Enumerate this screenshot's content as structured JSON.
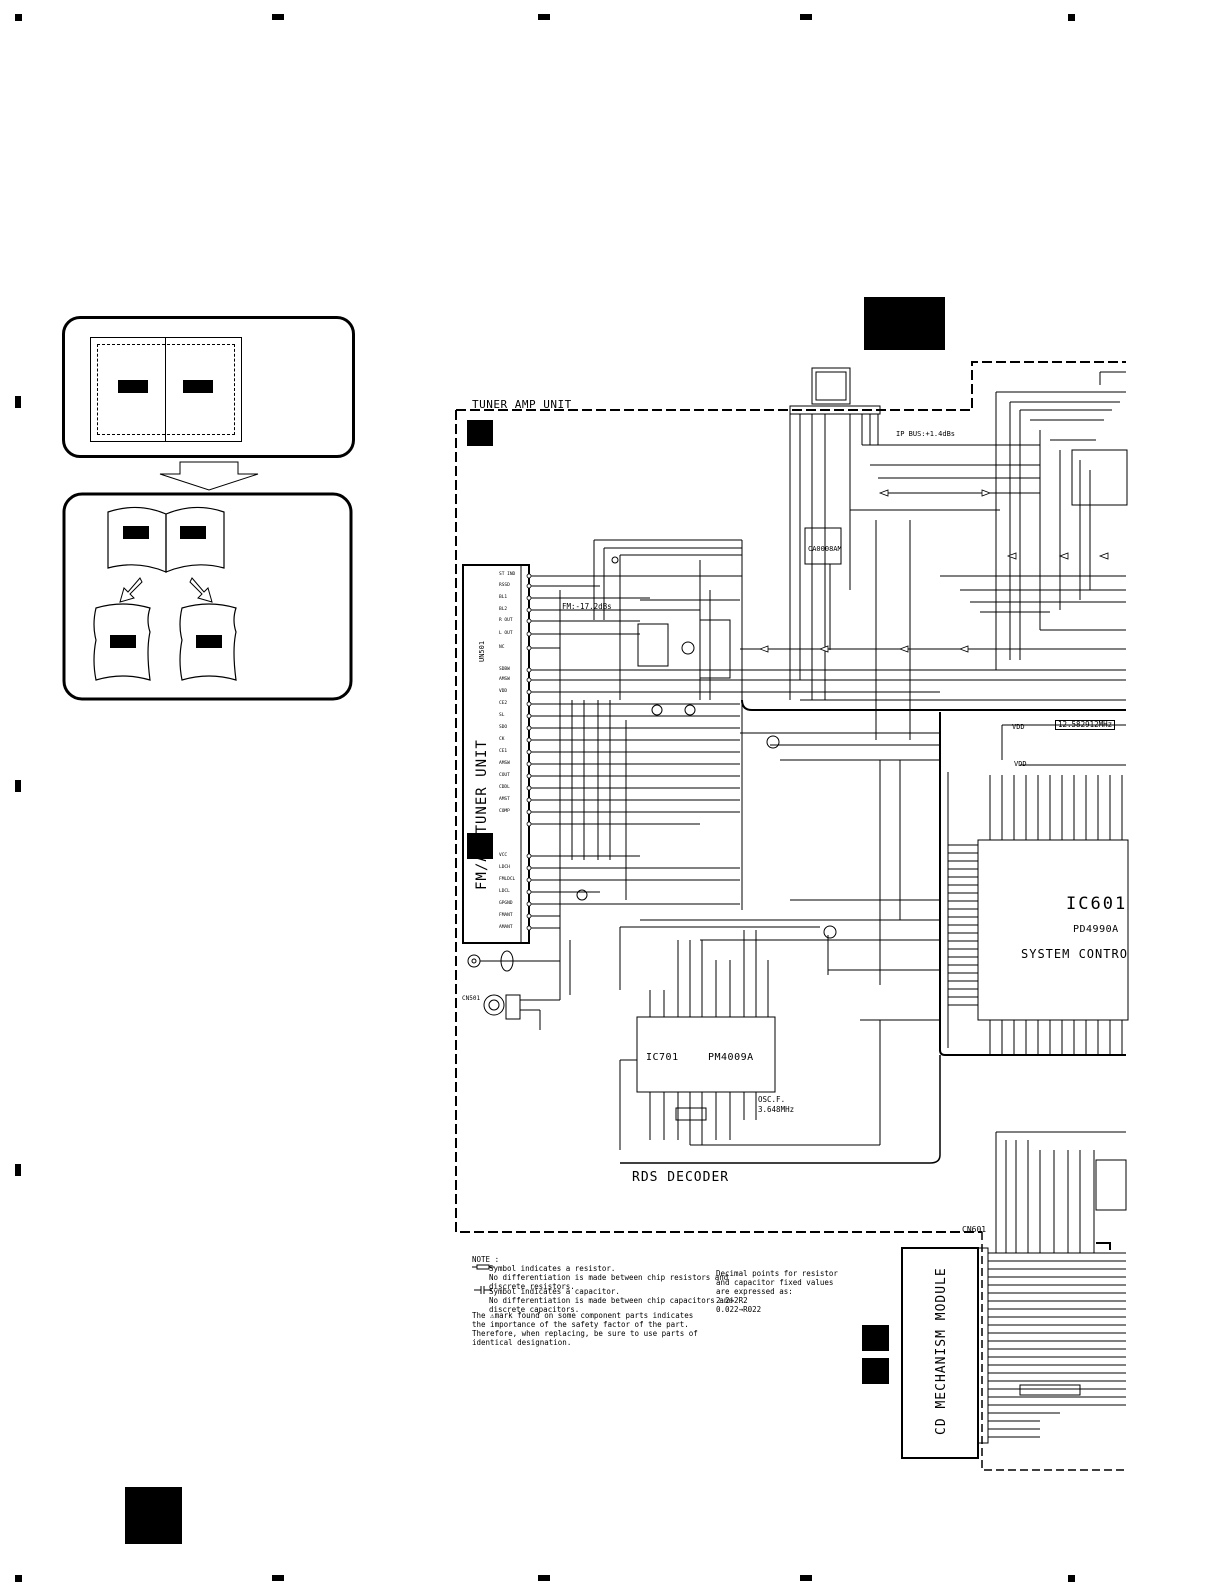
{
  "unit_label": "TUNER AMP UNIT",
  "tuner_module_label": "FM/AM TUNER UNIT",
  "tuner_module_ref": "UN501",
  "ip_bus_note": "IP BUS:+1.4dBs",
  "fm_level": "FM:-17.2dBs",
  "ic401_part": "CA0008AM",
  "ic601": {
    "ref": "IC601",
    "part": "PD4990A",
    "desc": "SYSTEM CONTRO"
  },
  "ic701": {
    "ref": "IC701",
    "part": "PM4009A"
  },
  "osc": {
    "label": "OSC.F.",
    "freq": "3.648MHz"
  },
  "xtal_freq": "12.582912MHz",
  "vdd_label": "VDD",
  "rds_label": "RDS DECODER",
  "cd_module_label": "CD MECHANISM MODULE",
  "cn601": "CN601",
  "cn501": "CN501",
  "tuner_pins": [
    "ST IND",
    "RSSD",
    "BL1",
    "BL2",
    "R OUT",
    "L OUT",
    "NC",
    "SDBW",
    "AMSW",
    "VDD",
    "CE2",
    "SL",
    "SDO",
    "CK",
    "CE1",
    "AMSW",
    "COUT",
    "CDDL",
    "AMST",
    "COMP",
    "",
    "VCC",
    "LDCH",
    "FMLDCL",
    "LDCL",
    "GPGND",
    "FMANT",
    "AMANT"
  ],
  "note": {
    "title": "NOTE :",
    "resistor": "Symbol indicates a resistor.\nNo differentiation is made between chip resistors and\ndiscrete resistors.",
    "capacitor": "Symbol indicates a capacitor.\nNo differentiation is made between chip capacitors and\ndiscrete capacitors.",
    "safety": "The ⚠mark found on some component parts indicates\nthe importance of the safety factor of the part.\nTherefore, when replacing, be sure to use parts of\nidentical designation.",
    "decimal": "Decimal points for resistor\nand capacitor fixed values\nare expressed as:\n2.2→2R2\n0.022→R022"
  }
}
